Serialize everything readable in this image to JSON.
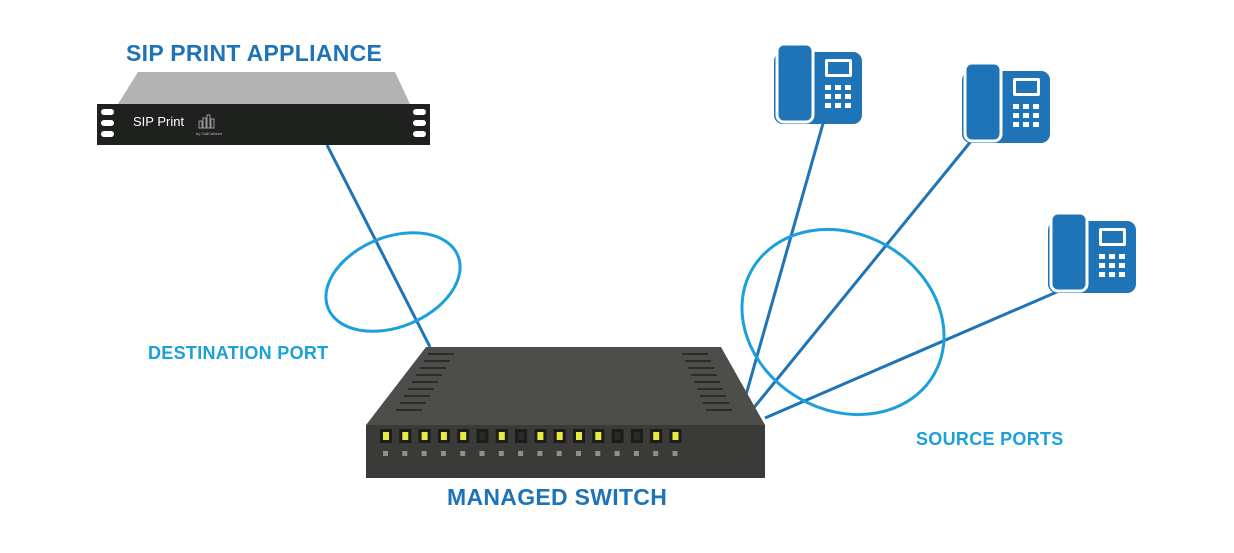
{
  "labels": {
    "appliance": "SIP PRINT APPLIANCE",
    "switch": "MANAGED SWITCH",
    "destination": "DESTINATION PORT",
    "source": "SOURCE PORTS"
  },
  "appliance": {
    "brand": "SIP Print",
    "sub": "by CallCabinet"
  },
  "switch_ports": {
    "count": 16,
    "active": [
      true,
      true,
      true,
      true,
      true,
      false,
      true,
      false,
      true,
      true,
      true,
      true,
      false,
      false,
      true,
      true
    ]
  },
  "phones": {
    "count": 3
  },
  "colors": {
    "brand_dark": "#1f73b7",
    "brand_light": "#1ba0db",
    "cable": "#1f73b7",
    "ring": "#1ba0db",
    "switch_body": "#4a4a48",
    "switch_front": "#3a3a38",
    "port_active": "#e6ec3c",
    "appliance_top": "#b5b5b5",
    "appliance_front": "#1e201f"
  }
}
